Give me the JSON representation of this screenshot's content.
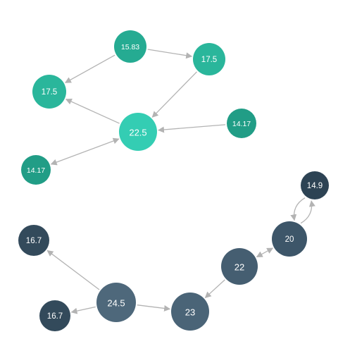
{
  "graph": {
    "colors": {
      "edge": "#b3b3b3",
      "label": "#ffffff"
    },
    "nodes": [
      {
        "id": "n1",
        "label": "15.83",
        "value": 15.83,
        "color": "#25ab92"
      },
      {
        "id": "n2",
        "label": "17.5",
        "value": 17.5,
        "color": "#2ab69b"
      },
      {
        "id": "n3",
        "label": "17.5",
        "value": 17.5,
        "color": "#2ab69b"
      },
      {
        "id": "n4",
        "label": "22.5",
        "value": 22.5,
        "color": "#34cdb3"
      },
      {
        "id": "n5",
        "label": "14.17",
        "value": 14.17,
        "color": "#219d86"
      },
      {
        "id": "n6",
        "label": "14.17",
        "value": 14.17,
        "color": "#219d86"
      },
      {
        "id": "n7",
        "label": "14.9",
        "value": 14.9,
        "color": "#2d4354"
      },
      {
        "id": "n8",
        "label": "20",
        "value": 20,
        "color": "#3d5669"
      },
      {
        "id": "n9",
        "label": "22",
        "value": 22,
        "color": "#455e71"
      },
      {
        "id": "n10",
        "label": "16.7",
        "value": 16.7,
        "color": "#334a5b"
      },
      {
        "id": "n11",
        "label": "24.5",
        "value": 24.5,
        "color": "#4e687b"
      },
      {
        "id": "n12",
        "label": "23",
        "value": 23,
        "color": "#4a6477"
      },
      {
        "id": "n13",
        "label": "16.7",
        "value": 16.7,
        "color": "#334a5b"
      }
    ],
    "edges": [
      {
        "source": "n1",
        "target": "n3"
      },
      {
        "source": "n1",
        "target": "n2"
      },
      {
        "source": "n2",
        "target": "n4"
      },
      {
        "source": "n4",
        "target": "n3"
      },
      {
        "source": "n5",
        "target": "n4"
      },
      {
        "source": "n4",
        "target": "n6",
        "bidirectional": true
      },
      {
        "source": "n8",
        "target": "n7",
        "curved": true
      },
      {
        "source": "n7",
        "target": "n8",
        "curved": true
      },
      {
        "source": "n9",
        "target": "n8",
        "bidirectional": true
      },
      {
        "source": "n9",
        "target": "n12"
      },
      {
        "source": "n11",
        "target": "n10"
      },
      {
        "source": "n11",
        "target": "n13"
      },
      {
        "source": "n11",
        "target": "n12"
      }
    ]
  }
}
